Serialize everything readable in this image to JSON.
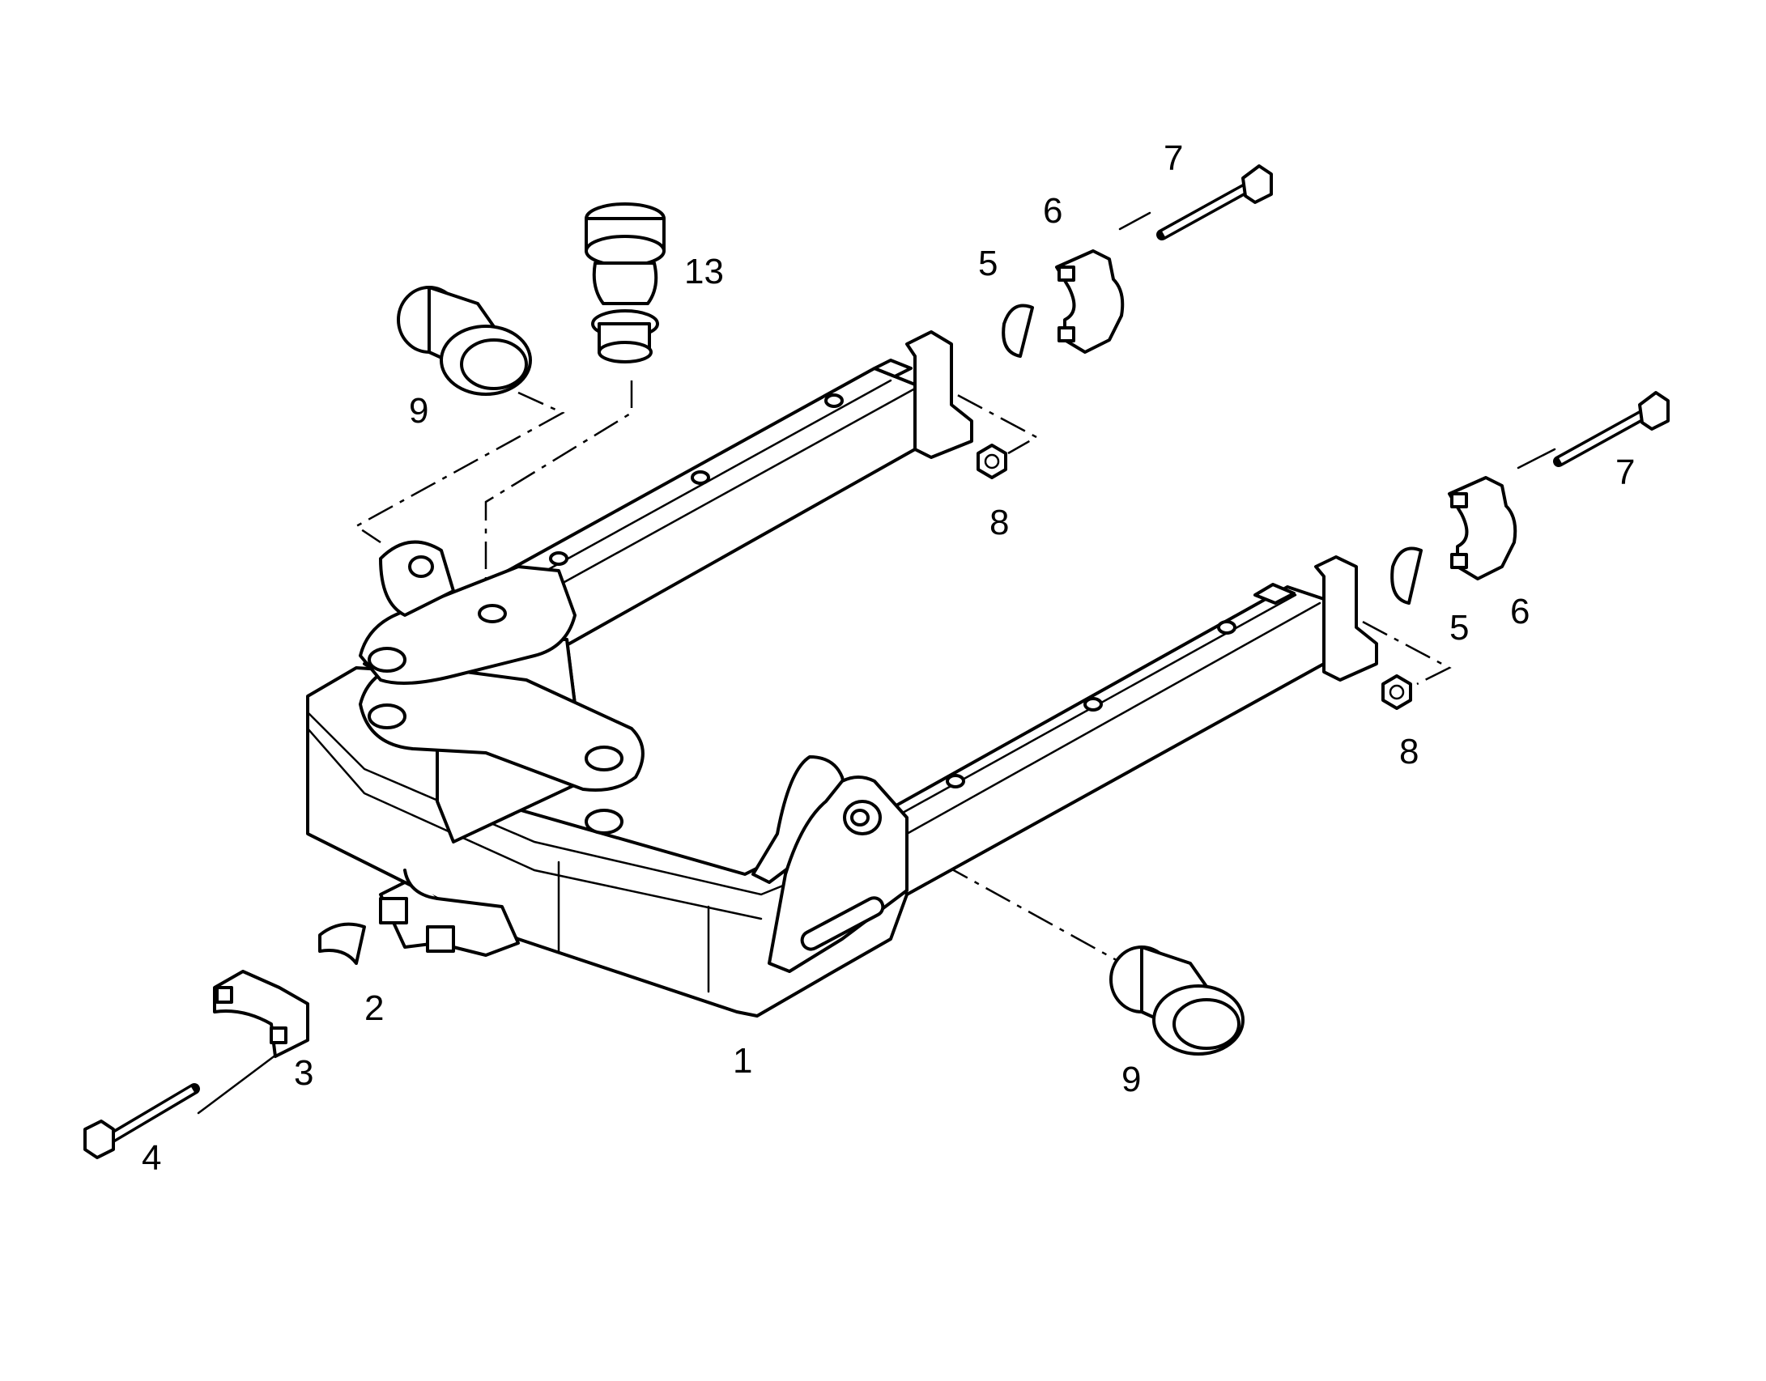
{
  "callouts": {
    "c1": "1",
    "c2": "2",
    "c3": "3",
    "c4": "4",
    "c5a": "5",
    "c5b": "5",
    "c6a": "6",
    "c6b": "6",
    "c7a": "7",
    "c7b": "7",
    "c8a": "8",
    "c8b": "8",
    "c9a": "9",
    "c9b": "9",
    "c13": "13"
  },
  "colors": {
    "ink": "#000000",
    "paper": "#ffffff"
  }
}
